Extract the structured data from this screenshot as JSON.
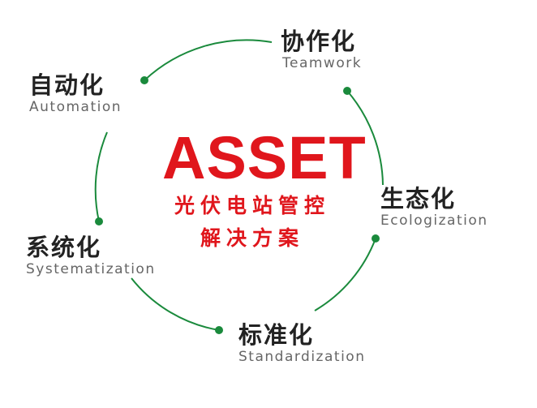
{
  "center": {
    "title": "ASSET",
    "subtitle_line1": "光伏电站管控",
    "subtitle_line2": "解决方案"
  },
  "nodes": [
    {
      "zh": "协作化",
      "en": "Teamwork"
    },
    {
      "zh": "生态化",
      "en": "Ecologization"
    },
    {
      "zh": "标准化",
      "en": "Standardization"
    },
    {
      "zh": "系统化",
      "en": "Systematization"
    },
    {
      "zh": "自动化",
      "en": "Automation"
    }
  ],
  "colors": {
    "accent": "#e0161c",
    "ring": "#1a8a3c",
    "text": "#222222"
  }
}
